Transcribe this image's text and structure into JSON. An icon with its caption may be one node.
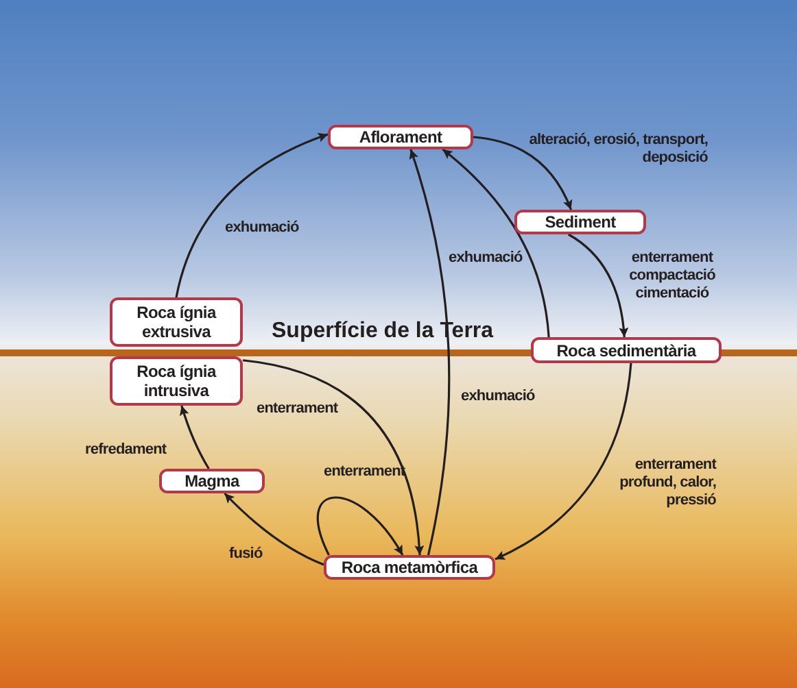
{
  "diagram": {
    "nodes": [
      {
        "text": [
          "Aflorament"
        ]
      },
      {
        "text": [
          "Sediment"
        ]
      },
      {
        "text": [
          "Roca ígnia extrusiva"
        ]
      },
      {
        "text": [
          "Roca sedimentària"
        ]
      },
      {
        "text": [
          "Roca ígnia intrusiva"
        ]
      },
      {
        "text": [
          "Magma"
        ]
      },
      {
        "text": [
          "Roca metamòrfica"
        ]
      }
    ],
    "edges": [
      {
        "from": 0,
        "to": 1,
        "arrow": "to",
        "label": "alteració, erosió, transport, deposició"
      },
      {
        "from": 1,
        "to": 3,
        "arrow": "to",
        "label": "enterrament compactació cimentació"
      },
      {
        "from": 3,
        "to": 0,
        "arrow": "to",
        "label": "exhumació"
      },
      {
        "from": 2,
        "to": 0,
        "arrow": "to",
        "label": "exhumació"
      },
      {
        "from": 6,
        "to": 0,
        "arrow": "to",
        "label": "exhumació"
      },
      {
        "from": 3,
        "to": 6,
        "arrow": "to",
        "label": "enterrament profund, calor, pressió"
      },
      {
        "from": 4,
        "to": 6,
        "arrow": "to",
        "label": "enterrament"
      },
      {
        "from": 6,
        "to": 6,
        "arrow": "to",
        "label": "enterrament"
      },
      {
        "from": 6,
        "to": 5,
        "arrow": "to",
        "label": "fusió"
      },
      {
        "from": 5,
        "to": 4,
        "arrow": "to",
        "label": "refredament"
      }
    ],
    "labels": [
      "Superfície de la Terra"
    ]
  }
}
